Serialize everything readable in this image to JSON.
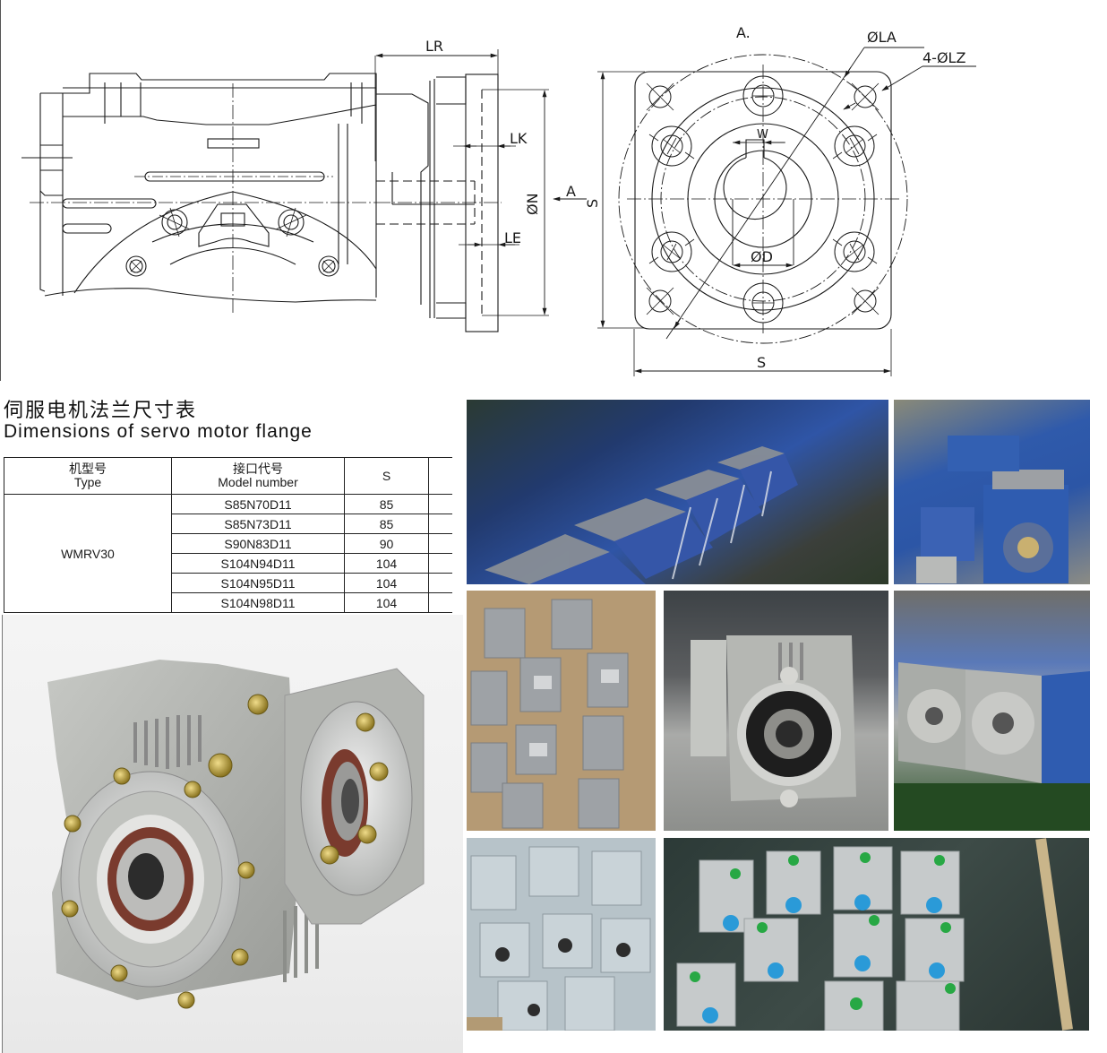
{
  "drawing": {
    "side_view": {
      "labels": {
        "LR": "LR",
        "LK": "LK",
        "LE": "LE",
        "N": "ØN",
        "A_arrow": "A",
        "S_side": "S"
      }
    },
    "front_view": {
      "view_label": "A.",
      "labels": {
        "LA": "ØLA",
        "LZ": "4-ØLZ",
        "W": "W",
        "D": "ØD",
        "S_bottom": "S",
        "S_left": "S"
      }
    }
  },
  "section": {
    "title_cn": "伺服电机法兰尺寸表",
    "title_en": "Dimensions of servo motor flange"
  },
  "table": {
    "headers": {
      "type_cn": "机型号",
      "type_en": "Type",
      "model_cn": "接口代号",
      "model_en": "Model number",
      "s": "S"
    },
    "type_value": "WMRV30",
    "rows": [
      {
        "model": "S85N70D11",
        "s": "85"
      },
      {
        "model": "S85N73D11",
        "s": "85"
      },
      {
        "model": "S90N83D11",
        "s": "90"
      },
      {
        "model": "S104N94D11",
        "s": "104"
      },
      {
        "model": "S104N95D11",
        "s": "104"
      },
      {
        "model": "S104N98D11",
        "s": "104"
      }
    ]
  },
  "photos": {
    "hero": {
      "subject": "gray aluminum worm gear reducer with servo flange"
    },
    "gallery": [
      {
        "id": "blue-reducers-row",
        "subject": "rows of blue worm gear reducers in factory"
      },
      {
        "id": "blue-reducers-double",
        "subject": "blue double-stage worm gear reducers"
      },
      {
        "id": "gray-reducers-cardboard",
        "subject": "gray reducers laid out on cardboard"
      },
      {
        "id": "gray-reducer-closeup",
        "subject": "gray reducer close-up with black oil seal"
      },
      {
        "id": "blue-gray-reducers-flanges",
        "subject": "reducers with silver flanges and blue bodies"
      },
      {
        "id": "gray-reducers-pallet",
        "subject": "gray reducers with shafts on pallet"
      },
      {
        "id": "wrapped-reducers-qc",
        "subject": "plastic-wrapped reducers with green QC stickers"
      }
    ]
  },
  "colors": {
    "line": "#1a1a1a",
    "blue_housing": "#2e56a8",
    "gray_housing": "#b8bab6",
    "seal_brown": "#7a3b2e",
    "qc_green": "#27a844",
    "cap_blue": "#2a9ad8"
  }
}
